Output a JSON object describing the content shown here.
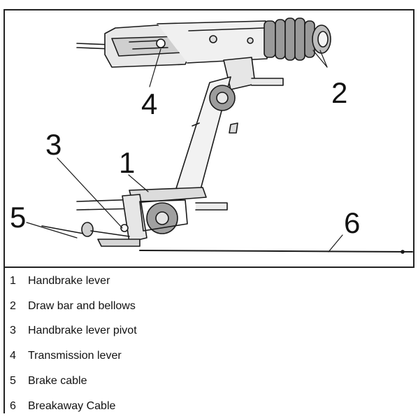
{
  "callouts": {
    "c1": "1",
    "c2": "2",
    "c3": "3",
    "c4": "4",
    "c5": "5",
    "c6": "6"
  },
  "legend": [
    {
      "num": "1",
      "text": "Handbrake lever"
    },
    {
      "num": "2",
      "text": "Draw bar and bellows"
    },
    {
      "num": "3",
      "text": "Handbrake lever pivot"
    },
    {
      "num": "4",
      "text": "Transmission lever"
    },
    {
      "num": "5",
      "text": "Brake cable"
    },
    {
      "num": "6",
      "text": "Breakaway Cable"
    }
  ]
}
